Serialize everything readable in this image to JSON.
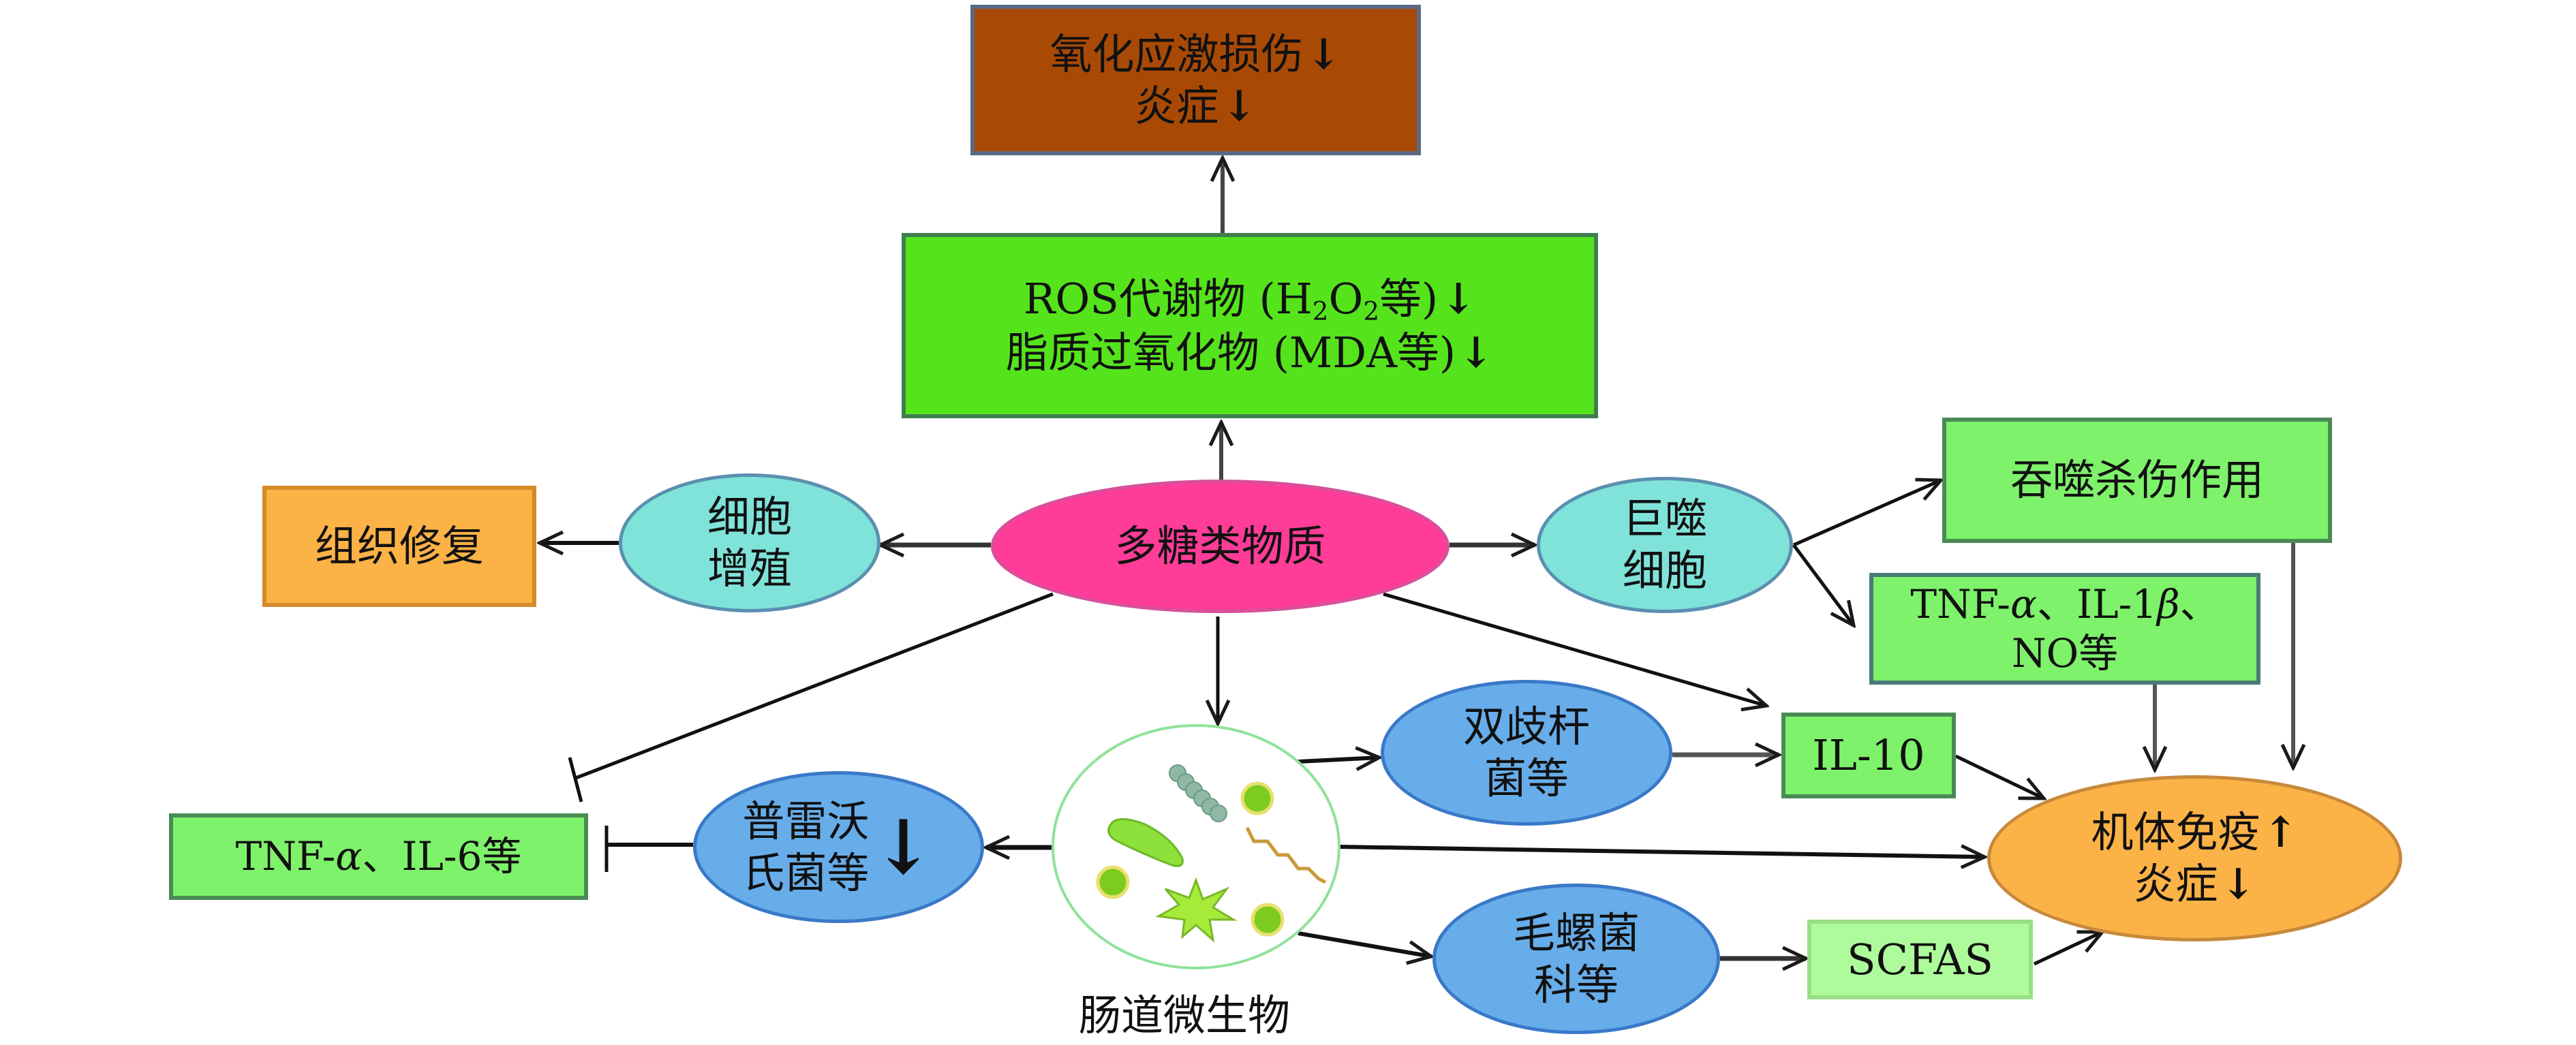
{
  "title": "多糖类物质作用机制示意图",
  "colors": {
    "brown": "#a84a05",
    "bright_green": "#55e41c",
    "light_green": "#7ef26a",
    "pale_green": "#aefb9c",
    "pink": "#ff3d98",
    "cyan": "#7fe3da",
    "blue": "#67ade9",
    "orange": "#fbb247",
    "line": "#1a1a1a"
  },
  "nodes": {
    "oxidative": {
      "line1": "氧化应激损伤",
      "line2": "炎症"
    },
    "ros": {
      "line1_prefix": "ROS代谢物 (H",
      "sub1": "2",
      "line1_mid": "O",
      "sub2": "2",
      "line1_suffix": "等)",
      "line2": "脂质过氧化物 (MDA等)"
    },
    "polysaccharide": {
      "label": "多糖类物质"
    },
    "proliferation": {
      "line1": "细胞",
      "line2": "增殖"
    },
    "tissue_repair": {
      "label": "组织修复"
    },
    "macrophage": {
      "line1": "巨噬",
      "line2": "细胞"
    },
    "phagocytosis": {
      "label": "吞噬杀伤作用"
    },
    "cytokines_macro": {
      "line1_a": "TNF-",
      "alpha": "α",
      "line1_b": "、IL-1",
      "beta": "β",
      "line1_c": "、",
      "line2": "NO等"
    },
    "microbiota": {
      "label": "肠道微生物"
    },
    "bifido": {
      "line1": "双歧杆",
      "line2": "菌等"
    },
    "il10": {
      "label": "IL-10"
    },
    "prevotella": {
      "line1": "普雷沃",
      "line2": "氏菌等"
    },
    "cytokines_inflam": {
      "prefix": "TNF-",
      "alpha": "α",
      "suffix": "、IL-6等"
    },
    "lachnospira": {
      "line1": "毛螺菌",
      "line2": "科等"
    },
    "scfas": {
      "label": "SCFAS"
    },
    "immunity": {
      "line1": "机体免疫",
      "line2": "炎症"
    }
  },
  "edges": [
    {
      "from": "ros",
      "to": "oxidative",
      "type": "activate"
    },
    {
      "from": "polysaccharide",
      "to": "ros",
      "type": "activate"
    },
    {
      "from": "polysaccharide",
      "to": "proliferation",
      "type": "activate"
    },
    {
      "from": "proliferation",
      "to": "tissue_repair",
      "type": "activate"
    },
    {
      "from": "polysaccharide",
      "to": "macrophage",
      "type": "activate"
    },
    {
      "from": "macrophage",
      "to": "phagocytosis",
      "type": "activate"
    },
    {
      "from": "macrophage",
      "to": "cytokines_macro",
      "type": "activate"
    },
    {
      "from": "polysaccharide",
      "to": "il10",
      "type": "activate"
    },
    {
      "from": "polysaccharide",
      "to": "cytokines_inflam",
      "type": "inhibit"
    },
    {
      "from": "polysaccharide",
      "to": "microbiota",
      "type": "activate"
    },
    {
      "from": "microbiota",
      "to": "bifido",
      "type": "activate"
    },
    {
      "from": "microbiota",
      "to": "prevotella",
      "type": "activate"
    },
    {
      "from": "microbiota",
      "to": "lachnospira",
      "type": "activate"
    },
    {
      "from": "microbiota",
      "to": "immunity",
      "type": "activate"
    },
    {
      "from": "bifido",
      "to": "il10",
      "type": "activate"
    },
    {
      "from": "lachnospira",
      "to": "scfas",
      "type": "activate"
    },
    {
      "from": "prevotella",
      "to": "cytokines_inflam",
      "type": "inhibit"
    },
    {
      "from": "il10",
      "to": "immunity",
      "type": "activate"
    },
    {
      "from": "scfas",
      "to": "immunity",
      "type": "activate"
    },
    {
      "from": "cytokines_macro",
      "to": "immunity",
      "type": "activate"
    },
    {
      "from": "phagocytosis",
      "to": "immunity",
      "type": "activate"
    }
  ]
}
